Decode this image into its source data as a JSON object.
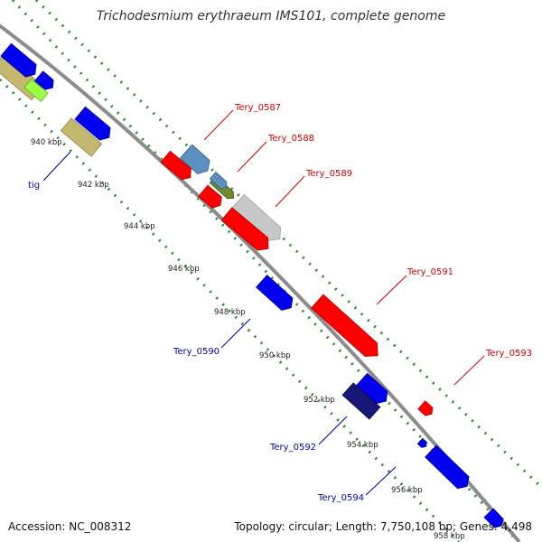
{
  "title": "Trichodesmium erythraeum IMS101, complete genome",
  "footer": {
    "accession": "Accession: NC_008312",
    "summary": "Topology: circular; Length: 7,750,108 bp; Genes: 4,498"
  },
  "ticks": [
    "940 kbp",
    "942 kbp",
    "944 kbp",
    "946 kbp",
    "948 kbp",
    "950 kbp",
    "952 kbp",
    "954 kbp",
    "956 kbp",
    "958 kbp"
  ],
  "gene_labels": [
    {
      "text": "Tery_0587",
      "color": "#d00000"
    },
    {
      "text": "Tery_0588",
      "color": "#d00000"
    },
    {
      "text": "Tery_0589",
      "color": "#d00000"
    },
    {
      "text": "Tery_0591",
      "color": "#d00000"
    },
    {
      "text": "Tery_0593",
      "color": "#d00000"
    },
    {
      "text": "tig",
      "color": "#0000aa"
    },
    {
      "text": "Tery_0590",
      "color": "#0000aa"
    },
    {
      "text": "Tery_0592",
      "color": "#0000aa"
    },
    {
      "text": "Tery_0594",
      "color": "#0000aa"
    }
  ],
  "colors": {
    "backbone": "#8c8c8c",
    "dots": "#2a8a2a",
    "red": "#ff0000",
    "blue": "#0000ee",
    "steel": "#5a8fc0",
    "olive": "#c4b86f",
    "gray": "#c8c8c8",
    "lime": "#9cff45",
    "dark_navy": "#17177a",
    "dark_olive": "#6e8a2c"
  }
}
